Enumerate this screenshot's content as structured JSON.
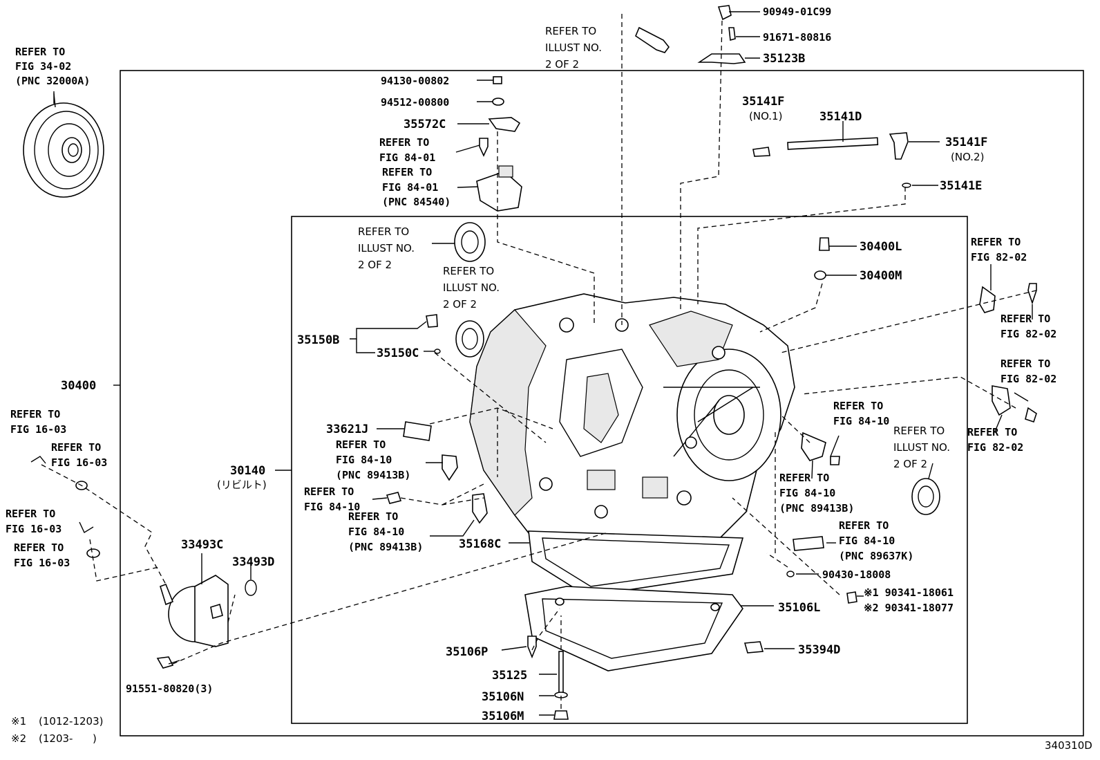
{
  "diagram_id": "340310D",
  "notes": [
    {
      "mark": "※1",
      "range": "(1012-1203)"
    },
    {
      "mark": "※2",
      "range": "(1203-      )"
    }
  ],
  "labels": {
    "refer_fig_34_02": [
      "REFER TO",
      "FIG 34-02",
      "(PNC 32000A)"
    ],
    "refer_illust_top": [
      "REFER TO",
      "ILLUST NO.",
      "2 OF 2"
    ],
    "p90949": "90949-01C99",
    "p91671": "91671-80816",
    "p35123B": "35123B",
    "p94130": "94130-00802",
    "p94512": "94512-00800",
    "p35572C": "35572C",
    "refer_fig_84_01_a": [
      "REFER TO",
      "FIG 84-01"
    ],
    "refer_fig_84_01_b": [
      "REFER TO",
      "FIG 84-01",
      "(PNC 84540)"
    ],
    "p35141F_1": "35141F",
    "p35141F_1_sub": "(NO.1)",
    "p35141D": "35141D",
    "p35141F_2": "35141F",
    "p35141F_2_sub": "(NO.2)",
    "p35141E": "35141E",
    "refer_illust_seal1": [
      "REFER TO",
      "ILLUST NO.",
      "2 OF 2"
    ],
    "refer_illust_seal2": [
      "REFER TO",
      "ILLUST NO.",
      "2 OF 2"
    ],
    "p30400L": "30400L",
    "p30400M": "30400M",
    "refer_fig_82_02_a": [
      "REFER TO",
      "FIG 82-02"
    ],
    "refer_fig_82_02_b": [
      "REFER TO",
      "FIG 82-02"
    ],
    "refer_fig_82_02_c": [
      "REFER TO",
      "FIG 82-02"
    ],
    "refer_fig_82_02_d": [
      "REFER TO",
      "FIG 82-02"
    ],
    "p35150B": "35150B",
    "p35150C": "35150C",
    "p30400": "30400",
    "refer_fig_16_03_a": [
      "REFER TO",
      "FIG 16-03"
    ],
    "refer_fig_16_03_b": [
      "REFER TO",
      "FIG 16-03"
    ],
    "refer_fig_16_03_c": [
      "REFER TO",
      "FIG 16-03"
    ],
    "refer_fig_16_03_d": [
      "REFER TO",
      "FIG 16-03"
    ],
    "p33621J": "33621J",
    "refer_fig_84_10_a": [
      "REFER TO",
      "FIG 84-10",
      "(PNC 89413B)"
    ],
    "refer_fig_84_10_b": [
      "REFER TO",
      "FIG 84-10"
    ],
    "refer_fig_84_10_c": [
      "REFER TO",
      "FIG 84-10",
      "(PNC 89413B)"
    ],
    "refer_fig_84_10_d": [
      "REFER TO",
      "FIG 84-10"
    ],
    "refer_fig_84_10_e": [
      "REFER TO",
      "FIG 84-10",
      "(PNC 89413B)"
    ],
    "refer_fig_84_10_f": [
      "REFER TO",
      "FIG 84-10",
      "(PNC 89637K)"
    ],
    "refer_illust_right": [
      "REFER TO",
      "ILLUST NO.",
      "2 OF 2"
    ],
    "p30140": "30140",
    "p30140_sub": "(リビルト)",
    "p35168C": "35168C",
    "p33493C": "33493C",
    "p33493D": "33493D",
    "p90430": "90430-18008",
    "p90341_1": "※1 90341-18061",
    "p90341_2": "※2 90341-18077",
    "p35106L": "35106L",
    "p35394D": "35394D",
    "p35106P": "35106P",
    "p35125": "35125",
    "p35106N": "35106N",
    "p35106M": "35106M",
    "p91551": "91551-80820(3)"
  }
}
